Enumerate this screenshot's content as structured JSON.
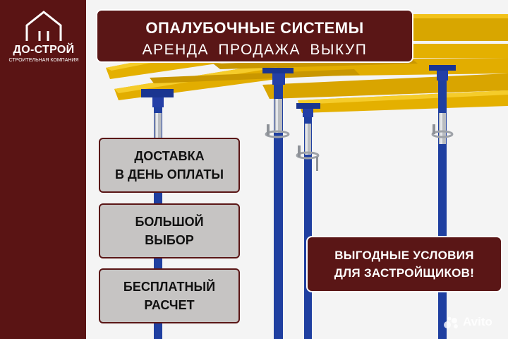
{
  "brand": {
    "name": "ДО-СТРОЙ",
    "tagline": "СТРОИТЕЛЬНАЯ КОМПАНИЯ",
    "house_icon": "house-outline-icon",
    "colors": {
      "primary": "#5a1414",
      "box": "#c6c4c3",
      "props": "#1f3fa0",
      "beams": "#e9b400"
    }
  },
  "header": {
    "title": "ОПАЛУБОЧНЫЕ СИСТЕМЫ",
    "subtitle": "АРЕНДА  ПРОДАЖА  ВЫКУП"
  },
  "features": [
    {
      "line1": "ДОСТАВКА",
      "line2": "В ДЕНЬ ОПЛАТЫ"
    },
    {
      "line1": "БОЛЬШОЙ",
      "line2": "ВЫБОР"
    },
    {
      "line1": "БЕСПЛАТНЫЙ",
      "line2": "РАСЧЕТ"
    }
  ],
  "promo": {
    "line1": "ВЫГОДНЫЕ УСЛОВИЯ",
    "line2": "ДЛЯ ЗАСТРОЙЩИКОВ!"
  },
  "watermark": {
    "text": "Avito",
    "icon": "avito-logo-icon"
  }
}
